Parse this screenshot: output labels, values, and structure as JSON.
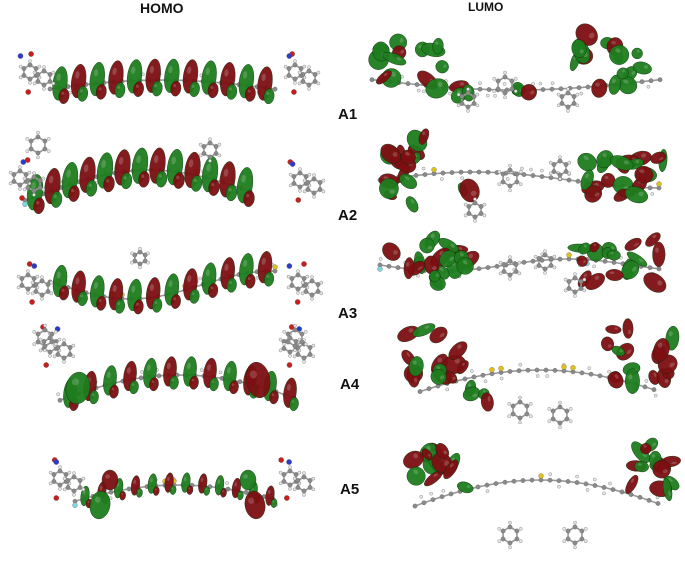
{
  "headers": {
    "homo": "HOMO",
    "lumo": "LUMO"
  },
  "molecules": [
    "A1",
    "A2",
    "A3",
    "A4",
    "A5"
  ],
  "colors": {
    "lobe_positive": "#1e7d1e",
    "lobe_negative": "#7d0f12",
    "carbon": "#8a8a8a",
    "hydrogen": "#e6e6e6",
    "nitrogen": "#2a3cc8",
    "oxygen": "#c81e1e",
    "sulfur": "#e0c020",
    "fluorine": "#7fd6e0"
  }
}
